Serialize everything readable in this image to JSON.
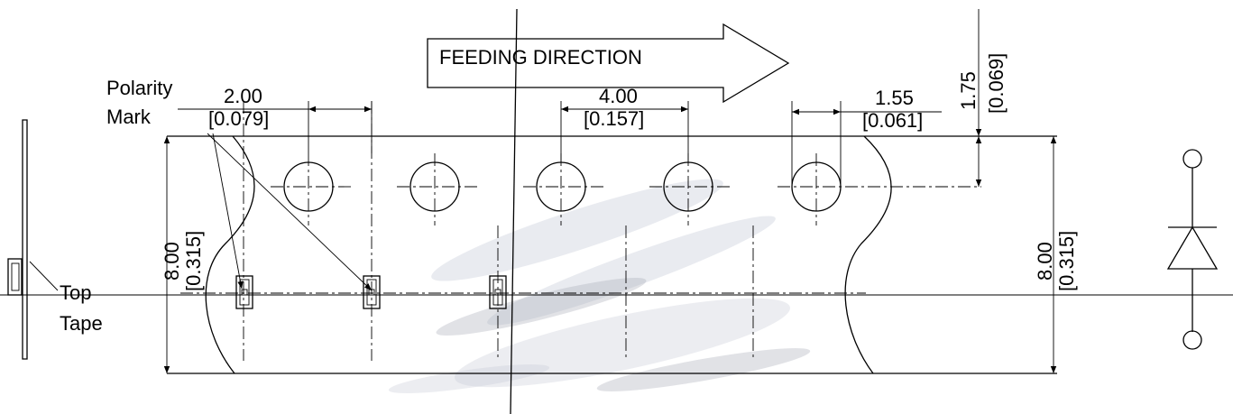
{
  "feeding_direction": "FEEDING DIRECTION",
  "labels": {
    "polarity_line1": "Polarity",
    "polarity_line2": "Mark",
    "top_line1": "Top",
    "top_line2": "Tape"
  },
  "dimensions": {
    "sprocket_offset": {
      "mm": "2.00",
      "inch": "[0.079]"
    },
    "sprocket_pitch": {
      "mm": "4.00",
      "inch": "[0.157]"
    },
    "hole_diameter": {
      "mm": "1.55",
      "inch": "[0.061]"
    },
    "edge_to_hole": {
      "mm": "1.75",
      "inch": "[0.069]"
    },
    "tape_width_left": {
      "mm": "8.00",
      "inch": "[0.315]"
    },
    "tape_width_right": {
      "mm": "8.00",
      "inch": "[0.315]"
    }
  }
}
